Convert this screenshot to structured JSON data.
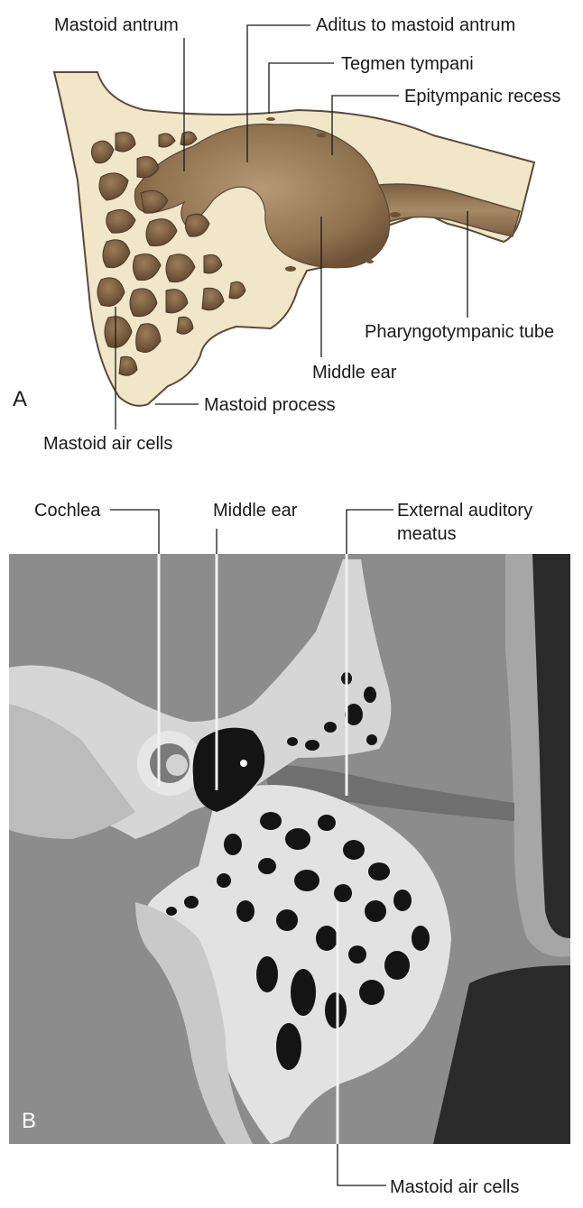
{
  "panel_a": {
    "letter": "A",
    "labels": {
      "mastoid_antrum": "Mastoid antrum",
      "aditus": "Aditus to mastoid antrum",
      "tegmen": "Tegmen tympani",
      "epitympanic": "Epitympanic recess",
      "pharyngotympanic": "Pharyngotympanic tube",
      "middle_ear": "Middle ear",
      "mastoid_process": "Mastoid process",
      "mastoid_air_cells": "Mastoid air cells"
    }
  },
  "panel_b": {
    "letter": "B",
    "labels": {
      "cochlea": "Cochlea",
      "middle_ear": "Middle ear",
      "eam_line1": "External auditory",
      "eam_line2": "meatus",
      "mastoid_air_cells": "Mastoid air cells"
    }
  },
  "colors": {
    "bone": "#f1e6c8",
    "bone_outline": "#5a4a3a",
    "cavity": "#8a6d4e",
    "cavity_dark": "#6e5236",
    "ct_background": "#8c8c8c",
    "ct_soft_tissue": "#a9a9a9",
    "ct_bone": "#e6e6e6",
    "ct_air": "#141414"
  }
}
